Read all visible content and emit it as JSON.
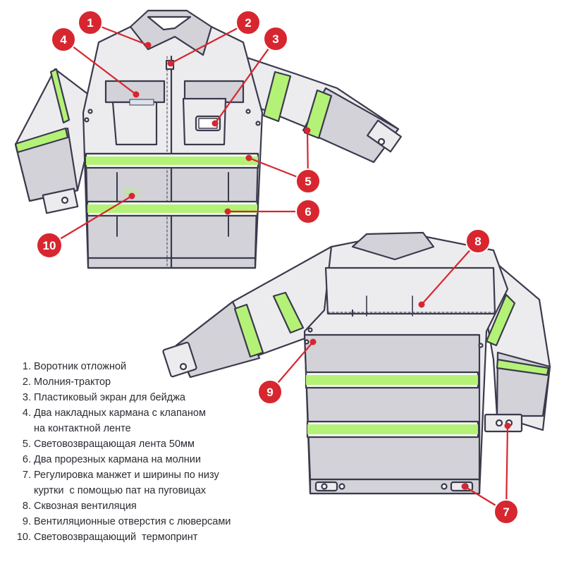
{
  "colors": {
    "marker": "#d7262f",
    "outline": "#3b3a4c",
    "fabric": "#d2d2d8",
    "fabric_light": "#ececef",
    "reflective_white": "#f7f7f7",
    "reflective_green": "#b4f277"
  },
  "markers": [
    "1",
    "2",
    "3",
    "4",
    "5",
    "6",
    "7",
    "8",
    "9",
    "10"
  ],
  "legend": [
    {
      "num": "1.",
      "text": "Воротник отложной"
    },
    {
      "num": "2.",
      "text": "Молния-трактор"
    },
    {
      "num": "3.",
      "text": "Пластиковый экран для бейджа"
    },
    {
      "num": "4.",
      "text": "Два накладных кармана с клапаном"
    },
    {
      "num": "",
      "text": "на контактной ленте"
    },
    {
      "num": "5.",
      "text": "Световозвращающая лента 50мм"
    },
    {
      "num": "6.",
      "text": "Два прорезных кармана на молнии"
    },
    {
      "num": "7.",
      "text": "Регулировка манжет и ширины по низу"
    },
    {
      "num": "",
      "text": "куртки  с помощью пат на пуговицах"
    },
    {
      "num": "8.",
      "text": "Сквозная вентиляция"
    },
    {
      "num": "9.",
      "text": "Вентиляционные отверстия с люверсами"
    },
    {
      "num": "10.",
      "text": "Световозвращающий  термопринт"
    }
  ]
}
